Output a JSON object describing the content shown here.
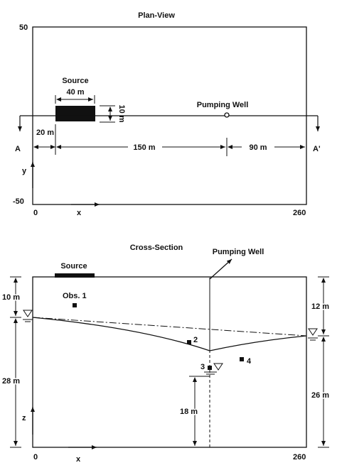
{
  "plan_view": {
    "title": "Plan-View",
    "y_max_label": "50",
    "y_min_label": "-50",
    "x_min_label": "0",
    "x_max_label": "260",
    "x_axis_label": "x",
    "y_axis_label": "y",
    "source_label": "Source",
    "source_width_label": "40 m",
    "source_height_label": "10 m",
    "well_label": "Pumping Well",
    "section_start_label": "A",
    "section_end_label": "A'",
    "dim_left_label": "20 m",
    "dim_middle_label": "150 m",
    "dim_right_label": "90 m"
  },
  "cross_section": {
    "title": "Cross-Section",
    "source_label": "Source",
    "well_label": "Pumping Well",
    "obs1_label": "Obs. 1",
    "obs2_label": "2",
    "obs3_label": "3",
    "obs4_label": "4",
    "left_top_label": "10 m",
    "left_bottom_label": "28 m",
    "right_top_label": "12 m",
    "right_bottom_label": "26 m",
    "well_screen_label": "18 m",
    "x_min_label": "0",
    "x_max_label": "260",
    "x_axis_label": "x",
    "z_axis_label": "z"
  },
  "colors": {
    "ink": "#111111",
    "paper": "#ffffff"
  }
}
